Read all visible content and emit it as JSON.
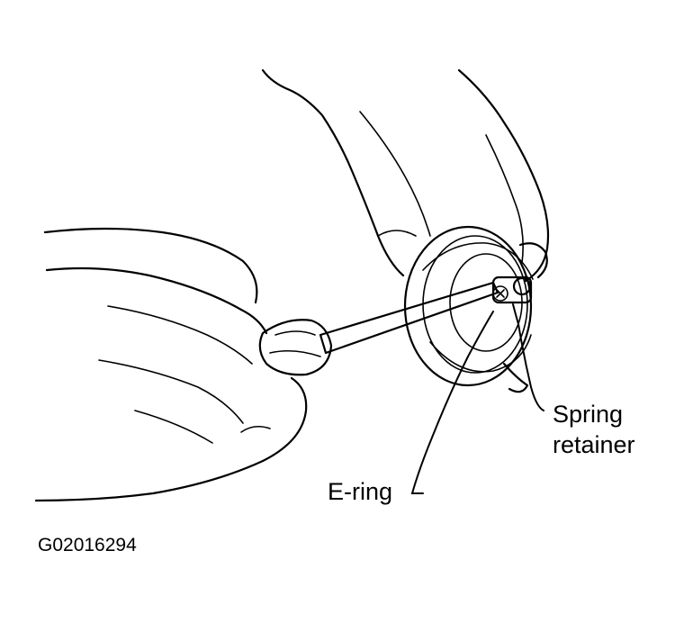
{
  "labels": {
    "spring_retainer_line1": "Spring",
    "spring_retainer_line2": "retainer",
    "e_ring": "E-ring"
  },
  "figure_code": "G02016294",
  "colors": {
    "ink": "#000000",
    "paper": "#ffffff"
  },
  "icons": [
    "hand-illustration",
    "screwdriver-illustration",
    "regulator-body-illustration"
  ]
}
